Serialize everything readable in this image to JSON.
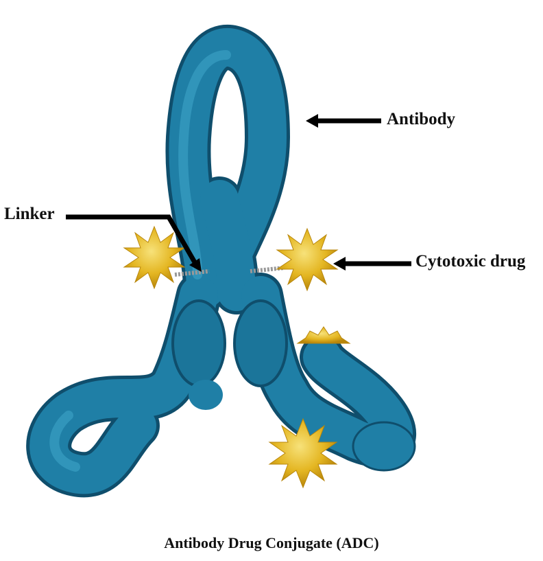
{
  "labels": {
    "antibody": "Antibody",
    "linker": "Linker",
    "cytotoxic_drug": "Cytotoxic drug"
  },
  "caption": "Antibody Drug Conjugate (ADC)",
  "colors": {
    "antibody": "#1f7fa6",
    "antibody_dark": "#0f4e6c",
    "drug": "#e9c02a",
    "arrow": "#000000"
  }
}
